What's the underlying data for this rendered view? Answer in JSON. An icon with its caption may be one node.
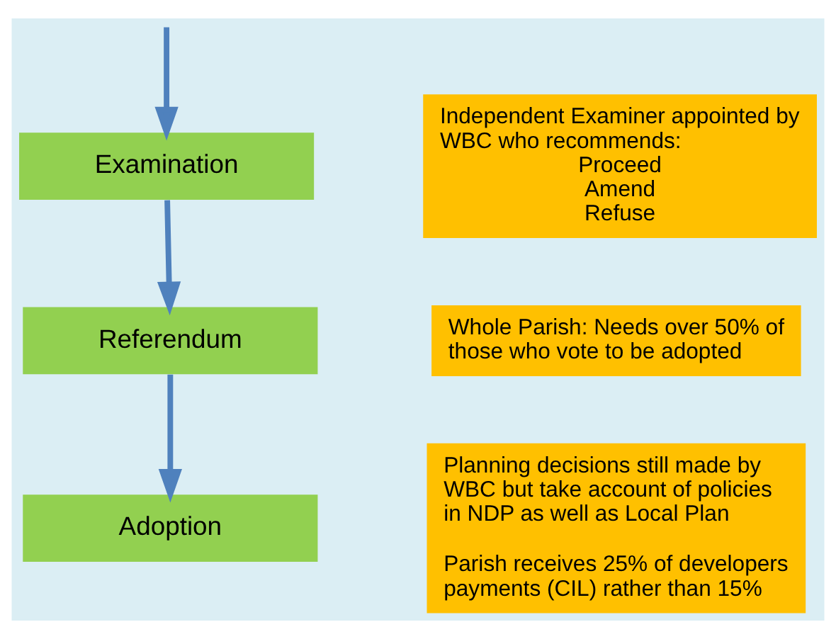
{
  "diagram": {
    "nodes": [
      {
        "text": [
          "Examination"
        ]
      },
      {
        "text": [
          "Independent Examiner appointed by WBC who recommends:",
          "Proceed",
          "Amend",
          "Refuse"
        ]
      },
      {
        "text": [
          "Referendum"
        ]
      },
      {
        "text": [
          "Whole Parish: Needs over 50% of those who vote to be adopted"
        ]
      },
      {
        "text": [
          "Adoption"
        ]
      },
      {
        "text": [
          "Planning decisions still made by WBC but take account of policies in NDP as well as Local Plan",
          "Parish receives 25% of developers payments (CIL) rather than 15%"
        ]
      }
    ],
    "edges": [
      {
        "from": null,
        "to": 0,
        "arrow": "to"
      },
      {
        "from": 0,
        "to": 2,
        "arrow": "to"
      },
      {
        "from": 2,
        "to": 4,
        "arrow": "to"
      }
    ]
  }
}
